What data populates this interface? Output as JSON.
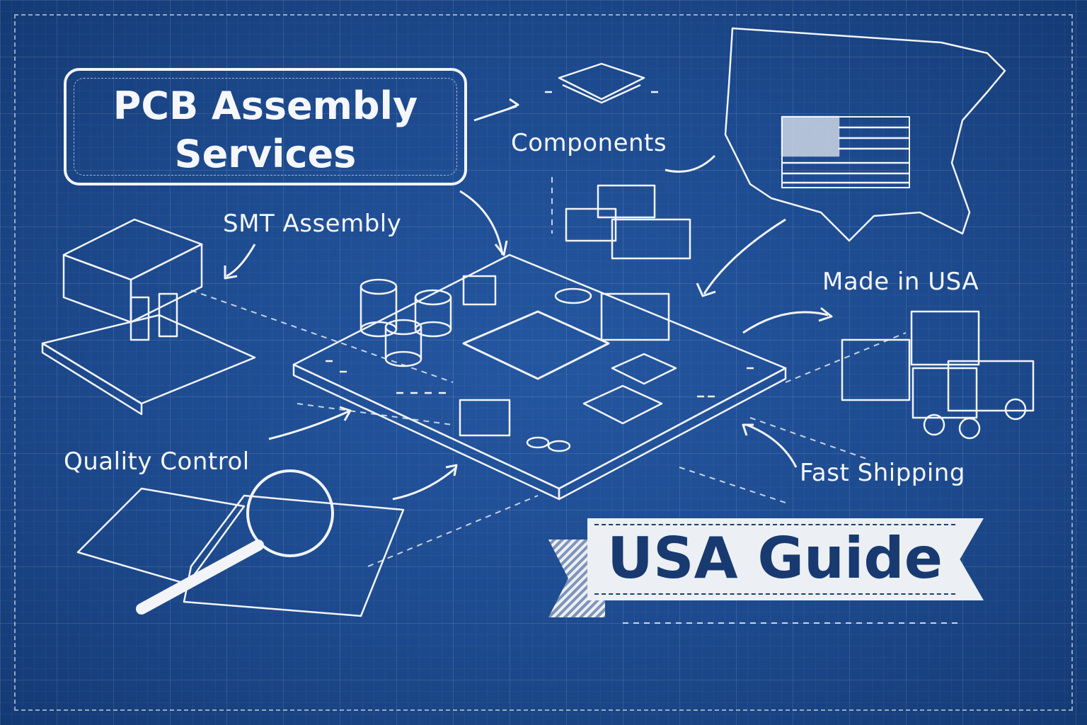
{
  "title": {
    "line1": "PCB Assembly",
    "line2": "Services"
  },
  "labels": {
    "components": "Components",
    "smt_assembly": "SMT Assembly",
    "made_in_usa": "Made in USA",
    "quality_control": "Quality Control",
    "fast_shipping": "Fast Shipping"
  },
  "banner": {
    "text": "USA Guide"
  },
  "colors": {
    "background": "#1d4a8e",
    "line": "#f2f4f8",
    "banner_text": "#183a70"
  }
}
